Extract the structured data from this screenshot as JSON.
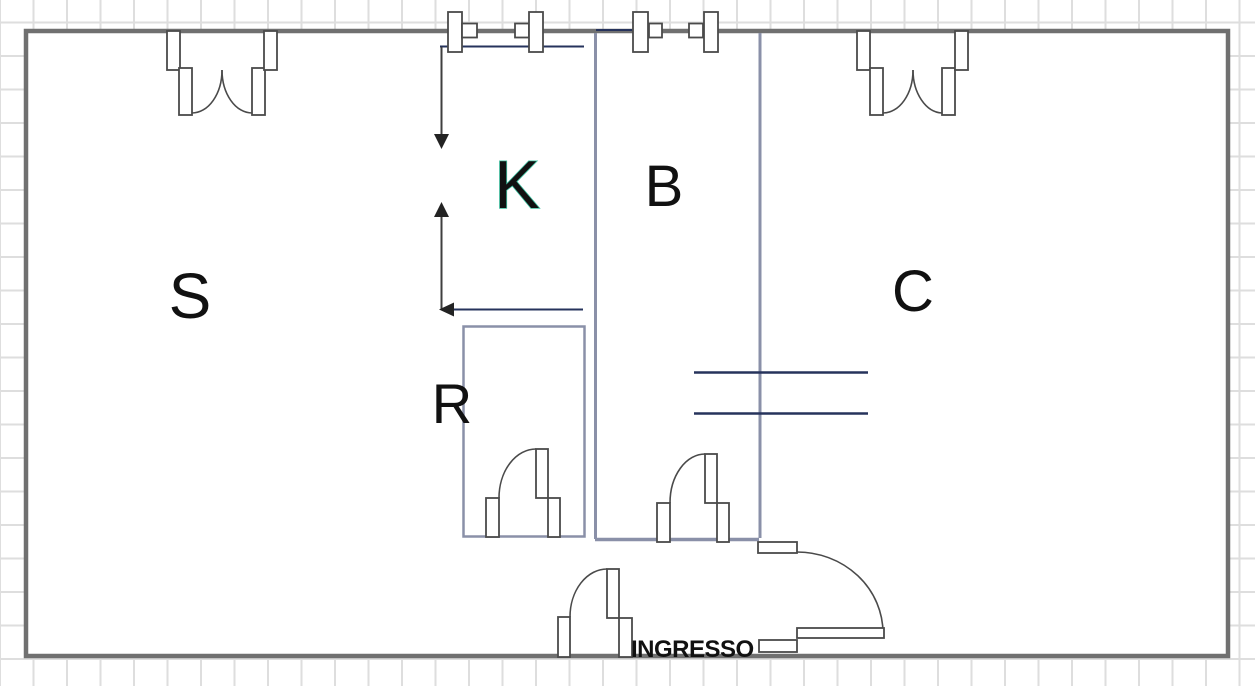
{
  "plan": {
    "rooms": [
      {
        "name": "room-s",
        "label": "S"
      },
      {
        "name": "room-k",
        "label": "K"
      },
      {
        "name": "room-b",
        "label": "B"
      },
      {
        "name": "room-c",
        "label": "C"
      },
      {
        "name": "room-r",
        "label": "R"
      }
    ],
    "entrance_label": "INGRESSO",
    "symbols": {
      "double_swing_doors": 2,
      "single_swing_doors": 3,
      "entrance_swing_doors": 1,
      "windows": 2,
      "direction_arrows": 3
    }
  },
  "colors": {
    "background": "#ffffff",
    "grid_line": "#dedede",
    "outer_wall": "#707070",
    "interior_wall": "#8a90a8",
    "accent_navy": "#26335c",
    "symbol_stroke": "#4a4a4a",
    "arrow": "#232323",
    "room_label": "#111111",
    "room_k_outline": "#3fc0a0",
    "entrance_label": "#14142e"
  }
}
